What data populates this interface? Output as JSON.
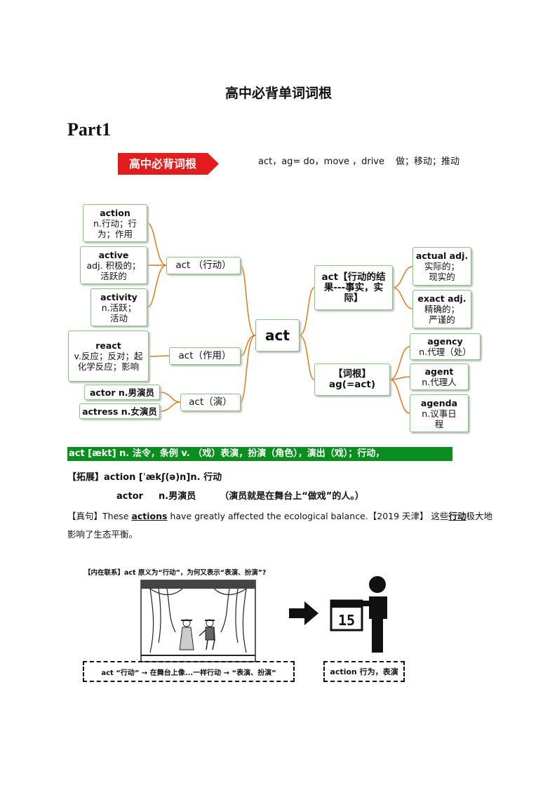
{
  "page": {
    "title": "高中必背单词词根",
    "part": "Part1"
  },
  "header": {
    "badge": "高中必背词根",
    "root_forms": "act，ag= do，move ，drive",
    "root_meaning": "做；移动；推动",
    "badge_color": "#e21c1c"
  },
  "mindmap": {
    "center": "act",
    "left_groups": [
      {
        "label": "act （行动）",
        "words": [
          {
            "word": "action",
            "meaning": "n.行动；行为；作用"
          },
          {
            "word": "active",
            "meaning": "adj. 积极的；活跃的"
          },
          {
            "word": "activity",
            "meaning": "n.活跃；活动"
          }
        ]
      },
      {
        "label": "act（作用）",
        "words": [
          {
            "word": "react",
            "meaning": "v.反应；反对；起化学反应；影响"
          }
        ]
      },
      {
        "label": "act（演）",
        "words": [
          {
            "word": "actor n.男演员"
          },
          {
            "word": "actress n.女演员"
          }
        ]
      }
    ],
    "right_groups": [
      {
        "label": "act【行动的结果---事实，实际】",
        "words": [
          {
            "word": "actual adj.",
            "meaning": "实际的；现实的"
          },
          {
            "word": "exact adj.",
            "meaning": "精确的；严谨的"
          }
        ]
      },
      {
        "label_line1": "【词根】",
        "label_line2": "ag(=act)",
        "words": [
          {
            "word": "agency",
            "meaning": "n.代理（处）"
          },
          {
            "word": "agent",
            "meaning": "n.代理人"
          },
          {
            "word": "agenda",
            "meaning": "n.议事日程"
          }
        ]
      }
    ],
    "line_color": "#e07a1a",
    "node_border_color": "#7ec97a"
  },
  "definition": {
    "bar_text": "act [ækt] n. 法令，条例 v. （戏）表演，扮演（角色），演出（戏）；行动，",
    "bar_color": "#0a8f1e",
    "extension_label": "【拓展】",
    "extension_word": "action [ˈækʃ(ə)n]n. 行动",
    "actor_word": "actor",
    "actor_meaning": "n.男演员",
    "actor_note": "（演员就是在舞台上“做戏”的人。）",
    "sentence_label": "【真句】",
    "sentence_pre": "These ",
    "sentence_key": "actions",
    "sentence_post": " have greatly affected the ecological balance.【2019 天津】 这些",
    "sentence_cn_key": "行动",
    "sentence_cn_post": "极大地影响了生态平衡。"
  },
  "illustration": {
    "caption": "【内在联系】act 原义为“行动”，为何又表示“表演、扮演”?",
    "left_box": "act “行动” → 在舞台上像...一样行动 → “表演、扮演”",
    "right_box": "action  行为，表演",
    "calendar_number": "15"
  }
}
